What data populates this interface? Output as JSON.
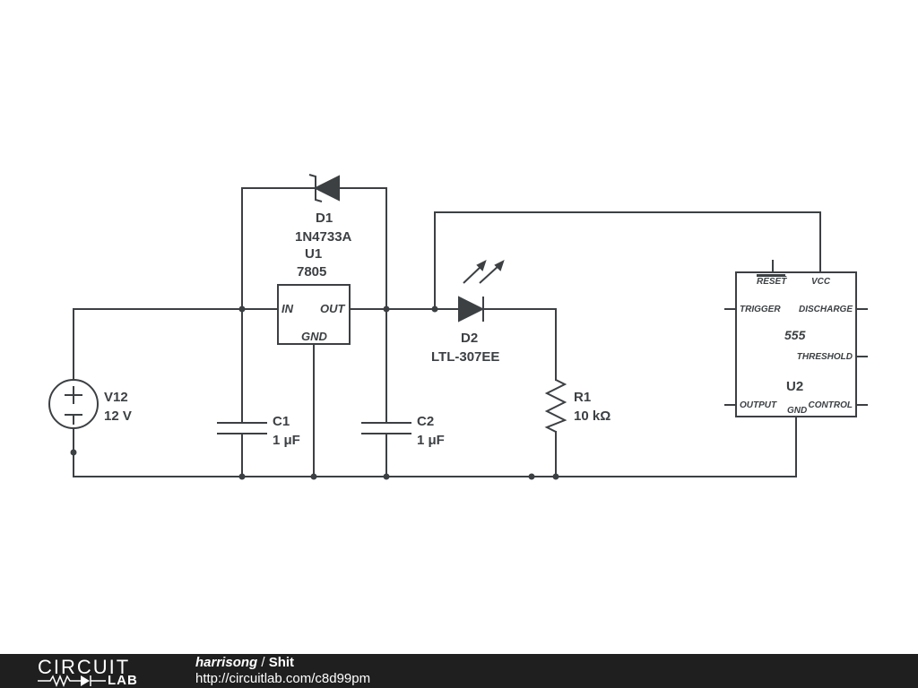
{
  "components": {
    "d1": {
      "ref": "D1",
      "value": "1N4733A"
    },
    "u1": {
      "ref": "U1",
      "value": "7805",
      "pin_in": "IN",
      "pin_out": "OUT",
      "pin_gnd": "GND"
    },
    "d2": {
      "ref": "D2",
      "value": "LTL-307EE"
    },
    "v12": {
      "ref": "V12",
      "value": "12 V"
    },
    "c1": {
      "ref": "C1",
      "value": "1 μF"
    },
    "c2": {
      "ref": "C2",
      "value": "1 μF"
    },
    "r1": {
      "ref": "R1",
      "value": "10 kΩ"
    },
    "u2": {
      "ref": "U2",
      "value": "555",
      "pin_reset": "RESET",
      "pin_vcc": "VCC",
      "pin_trigger": "TRIGGER",
      "pin_discharge": "DISCHARGE",
      "pin_threshold": "THRESHOLD",
      "pin_output": "OUTPUT",
      "pin_gnd": "GND",
      "pin_control": "CONTROL"
    }
  },
  "footer": {
    "logo_top": "CIRCUIT",
    "logo_bottom": "LAB",
    "author": "harrisong",
    "separator": " / ",
    "title": "Shit",
    "url": "http://circuitlab.com/c8d99pm"
  }
}
